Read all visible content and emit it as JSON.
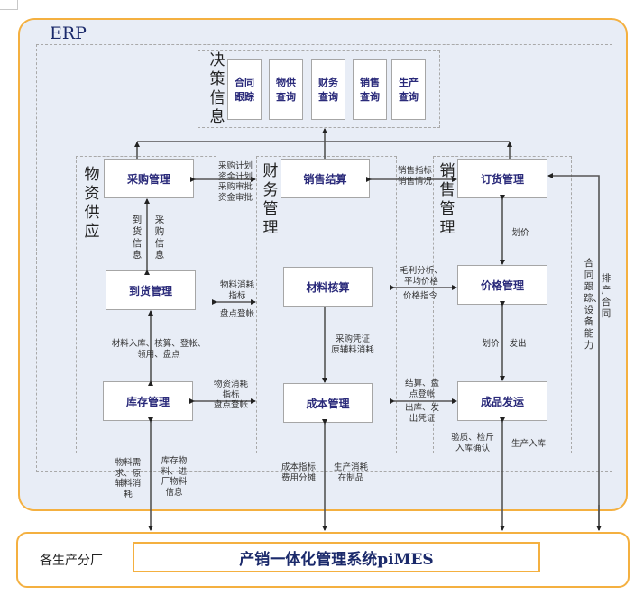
{
  "erp": {
    "label": "ERP",
    "decision": {
      "title": "决策信息",
      "queries": [
        "合同跟踪",
        "物供查询",
        "财务查询",
        "销售查询",
        "生产查询"
      ]
    },
    "sections": {
      "supply": "物资供应",
      "finance": "财务管理",
      "sales": "销售管理"
    },
    "modules": {
      "purchase": "采购管理",
      "arrival": "到货管理",
      "inventory": "库存管理",
      "sales_settlement": "销售结算",
      "material_accounting": "材料核算",
      "cost": "成本管理",
      "order": "订货管理",
      "price": "价格管理",
      "shipping": "成品发运"
    },
    "flows": {
      "purchase_finance": "采购计划\n资金计划\n采购审批\n资金审批",
      "arrival_info": "到货信息",
      "purchase_info": "采购信息",
      "material_consumption": "物料消耗\n指标",
      "inventory_check_1": "盘点登帐",
      "arrival_inventory": "材料入库、核算、登帐、\n领用、盘点",
      "goods_consumption": "物资消耗\n指标\n盘点登帐",
      "sales_index": "销售指标\n销售情况",
      "profit_analysis": "毛利分析、\n平均价格",
      "price_directive": "价格指令",
      "purchase_voucher": "采购凭证\n原辅料消耗",
      "settlement_check": "结算、盘\n点登帐",
      "outbound_voucher": "出库、发\n出凭证",
      "pricing_1": "划价",
      "pricing_2": "划价",
      "dispatch": "发出",
      "contract_tracking": "合同跟踪、设备能力",
      "production_contract": "排产合同",
      "quality_check": "验质、检斤\n入库确认",
      "production_inbound": "生产入库",
      "material_demand": "物料需\n求、原\n辅料消\n耗",
      "stock_info": "库存物\n料、进\n厂物料\n信息",
      "cost_index": "成本指标\n费用分摊",
      "production_consumption": "生产消耗\n在制品"
    }
  },
  "factory": {
    "label": "各生产分厂",
    "system": "产销一体化管理系统piMES"
  }
}
